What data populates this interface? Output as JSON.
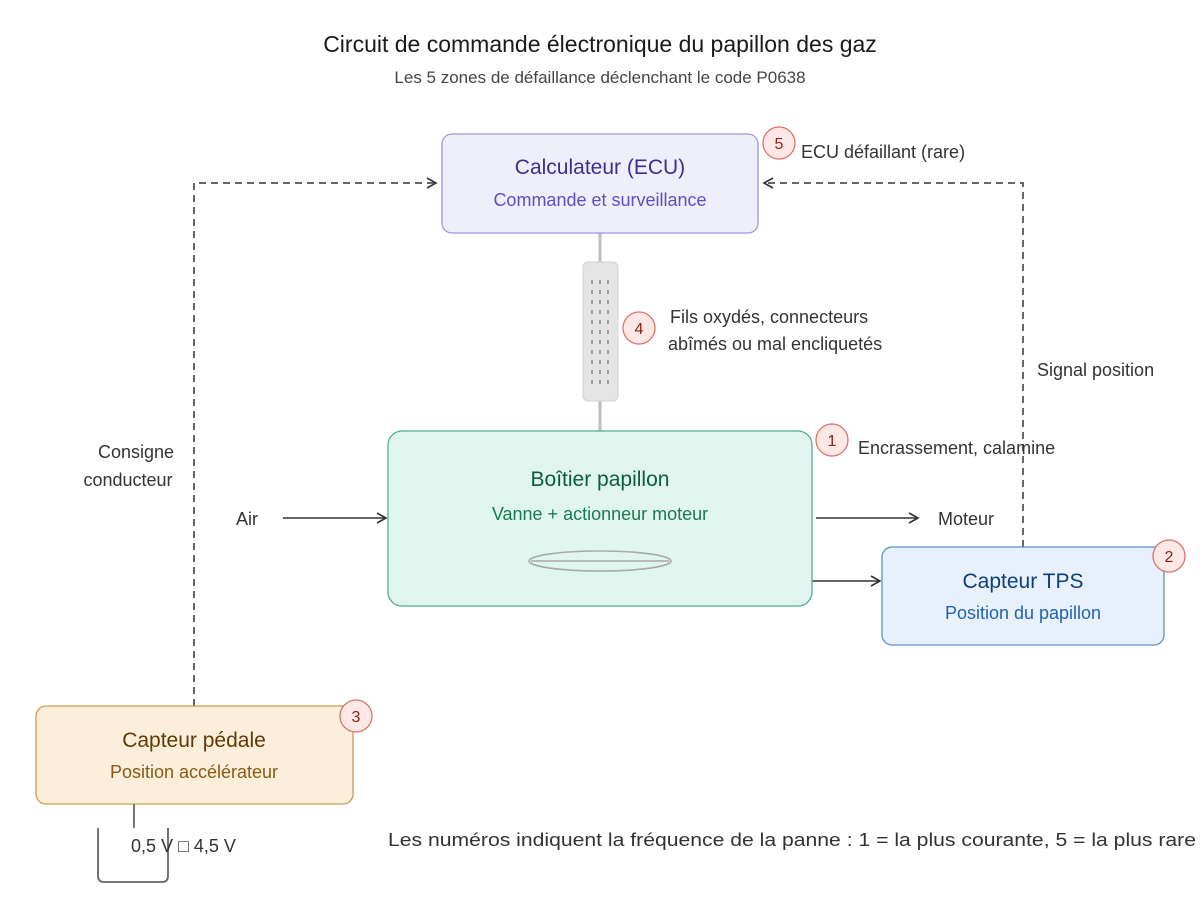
{
  "header": {
    "title": "Circuit de commande électronique du papillon des gaz",
    "subtitle": "Les 5 zones de défaillance déclenchant le code P0638"
  },
  "nodes": {
    "ecu": {
      "title": "Calculateur (ECU)",
      "subtitle": "Commande et surveillance"
    },
    "throttle": {
      "title": "Boîtier papillon",
      "subtitle": "Vanne + actionneur moteur"
    },
    "tps": {
      "title": "Capteur TPS",
      "subtitle": "Position du papillon"
    },
    "pedal": {
      "title": "Capteur pédale",
      "subtitle": "Position accélérateur"
    }
  },
  "badges": {
    "b1": {
      "number": "1",
      "label": "Encrassement, calamine"
    },
    "b2": {
      "number": "2"
    },
    "b3": {
      "number": "3"
    },
    "b4": {
      "number": "4",
      "label_line1": "Fils oxydés, connecteurs",
      "label_line2": "abîmés ou mal encliquetés"
    },
    "b5": {
      "number": "5",
      "label": "ECU défaillant (rare)"
    }
  },
  "edges": {
    "consigne_line1": "Consigne",
    "consigne_line2": "conducteur",
    "signal_position": "Signal position",
    "air": "Air",
    "moteur": "Moteur",
    "voltage": "0,5 V □ 4,5 V"
  },
  "footnote": "Les numéros indiquent la fréquence de la panne : 1 = la plus courante, 5 = la plus rare",
  "colors": {
    "ecu_fill": "#efeffc",
    "ecu_stroke": "#9a98d8",
    "ecu_title": "#3b2f8f",
    "ecu_sub": "#5b4fc2",
    "throttle_fill": "#e0f5ee",
    "throttle_stroke": "#4fb08b",
    "throttle_title": "#0d5c40",
    "throttle_sub": "#1a7a55",
    "tps_fill": "#e7f0fb",
    "tps_stroke": "#5b93cf",
    "tps_title": "#0e3f78",
    "tps_sub": "#1f63b0",
    "pedal_fill": "#fbeedb",
    "pedal_stroke": "#c99a52",
    "pedal_title": "#5e3a05",
    "pedal_sub": "#8a5a12",
    "badge_fill": "#fde8e6",
    "badge_stroke": "#d9746b",
    "badge_text": "#8a2018"
  }
}
